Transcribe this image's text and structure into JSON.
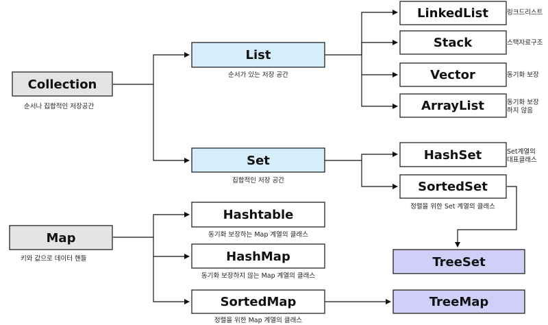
{
  "colors": {
    "root": "#e4e4e4",
    "interface": "#d6eefb",
    "impl": "#ffffff",
    "final": "#cfcff7",
    "line": "#111111"
  },
  "nodes": {
    "collection": {
      "label": "Collection",
      "caption": "순서나 집합적인 저장공간"
    },
    "list": {
      "label": "List",
      "caption": "순서가 있는 저장 공간"
    },
    "set": {
      "label": "Set",
      "caption": "집합적인 저장 공간"
    },
    "linkedlist": {
      "label": "LinkedList",
      "caption": "링크드리스트"
    },
    "stack": {
      "label": "Stack",
      "caption": "스택자료구조"
    },
    "vector": {
      "label": "Vector",
      "caption": "동기화 보장"
    },
    "arraylist": {
      "label": "ArrayList",
      "caption": "동기화 보장\n하지 않음"
    },
    "hashset": {
      "label": "HashSet",
      "caption": "Set계열의\n대표클래스"
    },
    "sortedset": {
      "label": "SortedSet",
      "caption": "정렬을 위한 Set 계열의 클래스"
    },
    "treeset": {
      "label": "TreeSet",
      "caption": ""
    },
    "map": {
      "label": "Map",
      "caption": "키와 값으로 데이터 핸들"
    },
    "hashtable": {
      "label": "Hashtable",
      "caption": "동기화 보장하는 Map 계열의 클래스"
    },
    "hashmap": {
      "label": "HashMap",
      "caption": "동기화 보장하지 않는 Map 계열의 클래스"
    },
    "sortedmap": {
      "label": "SortedMap",
      "caption": "정렬을 위한 Map 계열의 클래스"
    },
    "treemap": {
      "label": "TreeMap",
      "caption": ""
    }
  }
}
